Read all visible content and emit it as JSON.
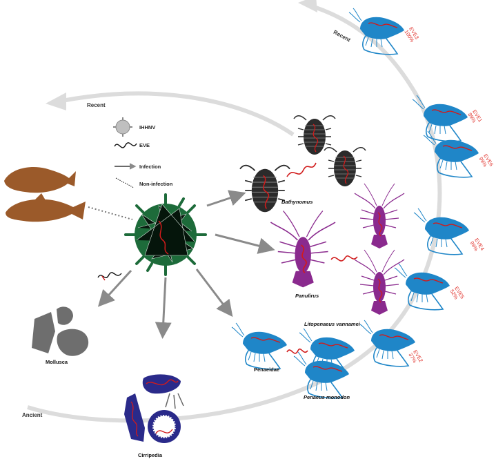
{
  "timeline": {
    "recent_outer": "Recent",
    "recent_inner": "Recent",
    "ancient": "Ancient"
  },
  "legend": {
    "ihhnv": "IHHNV",
    "eve": "EVE",
    "infection": "Infection",
    "non_infection": "Non-infection"
  },
  "taxa": {
    "bathynomus": "Bathynomus",
    "panulirus": "Panulirus",
    "litopenaeus": "Litopenaeus vannamei",
    "penaeidae": "Penaeidae",
    "penaeus": "Penaeus monodon",
    "mollusca": "Mollusca",
    "cirripedia": "Cirripedia"
  },
  "eves": [
    {
      "name": "EVE3",
      "pct": "100%"
    },
    {
      "name": "EVE1",
      "pct": "89%"
    },
    {
      "name": "EVE6",
      "pct": "99%"
    },
    {
      "name": "EVE4",
      "pct": "99%"
    },
    {
      "name": "EVE5",
      "pct": "52%"
    },
    {
      "name": "EVE2",
      "pct": "37%"
    }
  ],
  "colors": {
    "shrimp": "#1f86c8",
    "virus": "#1d6b3a",
    "lobster": "#8a2a8e",
    "isopod": "#2b2b2b",
    "fish": "#9b5a2a",
    "mollusc": "#6e6e6e",
    "barnacle": "#2a2a8a",
    "eve_line": "#d11b1b",
    "arc": "#dcdcdc",
    "arrow": "#8a8a8a"
  }
}
